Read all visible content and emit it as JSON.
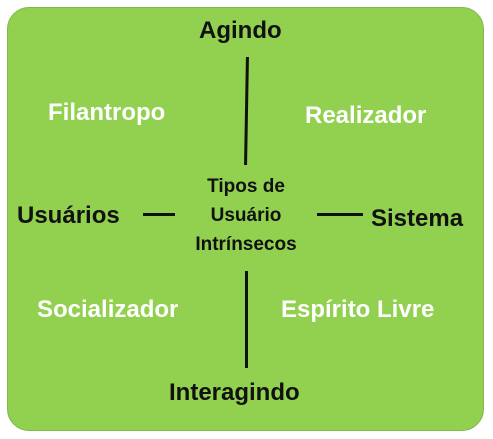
{
  "colors": {
    "panel": "#92d050",
    "axis_text": "#111111",
    "quadrant_text": "#ffffff",
    "lines": "#111111"
  },
  "axes": {
    "top": "Agindo",
    "bottom": "Interagindo",
    "left": "Usuários",
    "right": "Sistema"
  },
  "quadrants": {
    "top_left": "Filantropo",
    "top_right": "Realizador",
    "bottom_left": "Socializador",
    "bottom_right": "Espírito Livre"
  },
  "center": {
    "line1": "Tipos de",
    "line2": "Usuário",
    "line3": "Intrínsecos"
  }
}
